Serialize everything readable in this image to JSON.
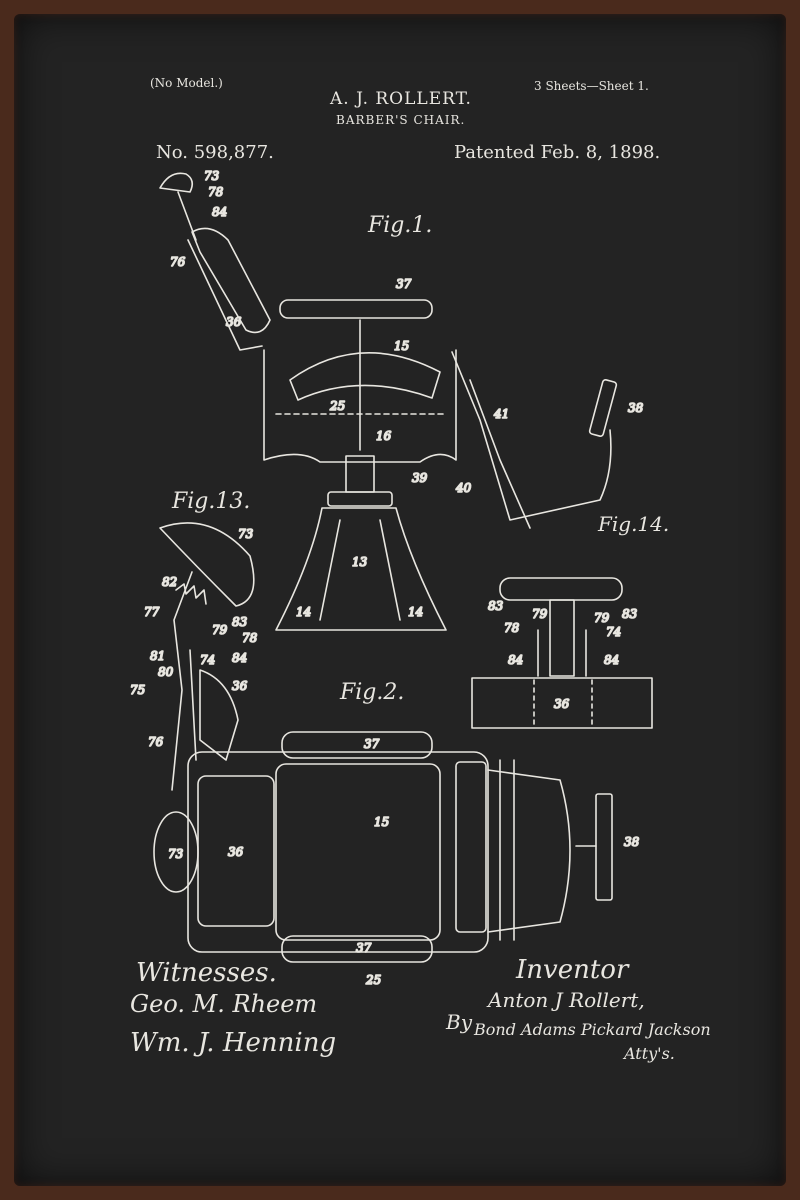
{
  "header": {
    "no_model": "(No Model.)",
    "sheets": "3 Sheets—Sheet 1.",
    "inventor": "A. J. ROLLERT.",
    "title": "BARBER'S CHAIR.",
    "patent_number": "No. 598,877.",
    "patent_date": "Patented Feb. 8, 1898."
  },
  "figures": {
    "fig1": "Fig.1.",
    "fig13": "Fig.13.",
    "fig14": "Fig.14.",
    "fig2": "Fig.2."
  },
  "reference_numbers": {
    "n73": "73",
    "n78": "78",
    "n84": "84",
    "n76": "76",
    "n36": "36",
    "n37": "37",
    "n15": "15",
    "n25": "25",
    "n16": "16",
    "n39": "39",
    "n40": "40",
    "n41": "41",
    "n38": "38",
    "n13": "13",
    "n14": "14",
    "n82": "82",
    "n77": "77",
    "n79": "79",
    "n83": "83",
    "n81": "81",
    "n80": "80",
    "n74": "74",
    "n75": "75"
  },
  "footer": {
    "witnesses_label": "Witnesses.",
    "witness1": "Geo. M. Rheem",
    "witness2": "Wm. J. Henning",
    "inventor_label": "Inventor",
    "inventor_signature": "Anton J Rollert,",
    "by": "By",
    "attorneys_signature": "Bond Adams Pickard Jackson",
    "attys": "Atty's."
  },
  "colors": {
    "board": "#232323",
    "frame": "#4a2a1c",
    "ink": "#e8e6e0"
  }
}
